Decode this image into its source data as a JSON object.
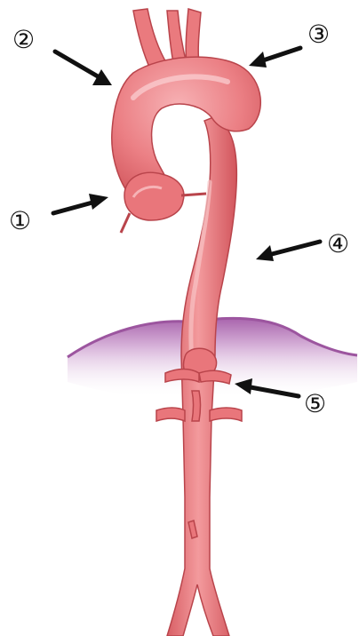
{
  "labels": [
    {
      "id": "1",
      "text": "①"
    },
    {
      "id": "2",
      "text": "②"
    },
    {
      "id": "3",
      "text": "③"
    },
    {
      "id": "4",
      "text": "④"
    },
    {
      "id": "5",
      "text": "⑤"
    }
  ],
  "colors": {
    "vessel": "#ea7a7e",
    "vessel_dark": "#d65a60",
    "vessel_outline": "#b9444b",
    "highlight": "#f6b3b6",
    "diaphragm": "#b178b5",
    "arrow": "#111111"
  }
}
